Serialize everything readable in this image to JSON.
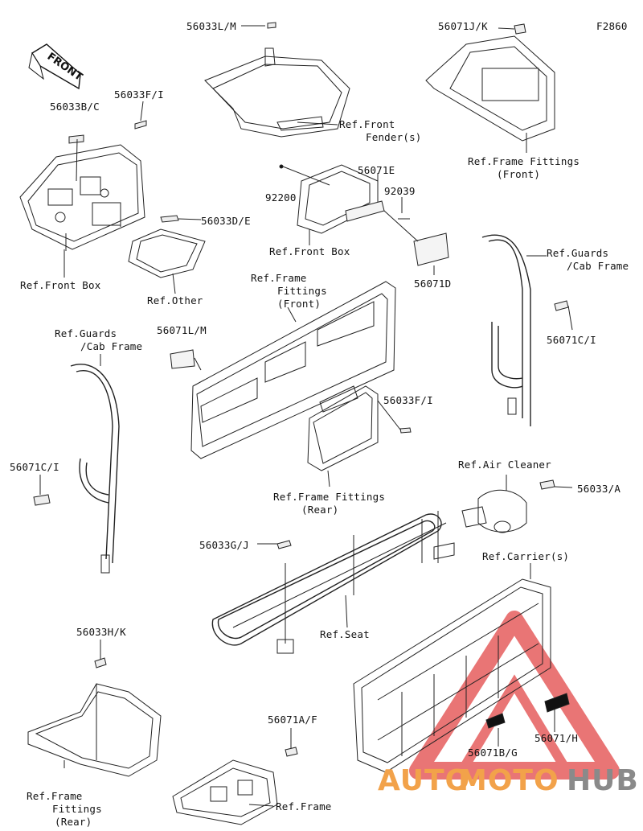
{
  "figure_id": "F2860",
  "front_arrow": "FRONT",
  "labels": {
    "l_56033lm": "56033L/M",
    "l_56071jk": "56071J/K",
    "l_56033fi_top": "56033F/I",
    "l_56033bc": "56033B/C",
    "l_ref_front_fender": "Ref.Front",
    "l_ref_front_fender2": "Fender(s)",
    "l_ref_frame_fit_front_a": "Ref.Frame Fittings",
    "l_ref_frame_fit_front_a2": "(Front)",
    "l_56071e": "56071E",
    "l_92200": "92200",
    "l_92039": "92039",
    "l_56033de": "56033D/E",
    "l_ref_front_box_center": "Ref.Front Box",
    "l_56071d": "56071D",
    "l_ref_front_box_left": "Ref.Front Box",
    "l_ref_other": "Ref.Other",
    "l_ref_guards_right": "Ref.Guards",
    "l_ref_guards_right2": "/Cab Frame",
    "l_ref_frame_fit_front_b": "Ref.Frame",
    "l_ref_frame_fit_front_b2": "Fittings",
    "l_ref_frame_fit_front_b3": "(Front)",
    "l_56071lm": "56071L/M",
    "l_ref_guards_left": "Ref.Guards",
    "l_ref_guards_left2": "/Cab Frame",
    "l_56071ci_right": "56071C/I",
    "l_56033fi_mid": "56033F/I",
    "l_56071ci_left": "56071C/I",
    "l_ref_air_cleaner": "Ref.Air Cleaner",
    "l_ref_frame_fit_rear_a": "Ref.Frame Fittings",
    "l_ref_frame_fit_rear_a2": "(Rear)",
    "l_56033a": "56033/A",
    "l_56033gj": "56033G/J",
    "l_ref_carriers": "Ref.Carrier(s)",
    "l_ref_seat": "Ref.Seat",
    "l_56033hk": "56033H/K",
    "l_56071af": "56071A/F",
    "l_ref_frame_fit_rear_b": "Ref.Frame",
    "l_ref_frame_fit_rear_b2": "Fittings",
    "l_ref_frame_fit_rear_b3": "(Rear)",
    "l_ref_frame": "Ref.Frame",
    "l_56071bg": "56071B/G",
    "l_56071h": "56071/H"
  },
  "watermark": {
    "part1": "AUTO",
    "part2": "MOTO",
    "part3": "HUB",
    "color_main": "#f2a24a",
    "color_hub": "#8a8a8a",
    "triangle_color": "#e24848"
  }
}
